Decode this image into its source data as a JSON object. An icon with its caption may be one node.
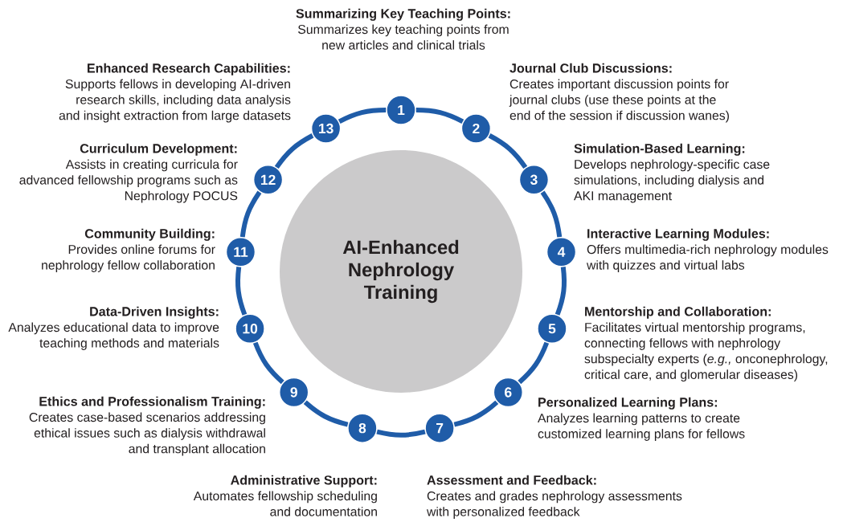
{
  "diagram": {
    "nodes": [
      {
        "text": [
          "AI-Enhanced Nephrology Training"
        ]
      },
      {
        "text": [
          "1"
        ],
        "beside": [
          "Summarizing Key Teaching Points:",
          "Summarizes key teaching points from new articles and clinical trials"
        ]
      },
      {
        "text": [
          "2"
        ],
        "beside": [
          "Journal Club Discussions:",
          "Creates important discussion points for journal clubs (use these points at the end of the session if discussion wanes)"
        ]
      },
      {
        "text": [
          "3"
        ],
        "beside": [
          "Simulation-Based Learning:",
          "Develops nephrology-specific case simulations, including dialysis and AKI management"
        ]
      },
      {
        "text": [
          "4"
        ],
        "beside": [
          "Interactive Learning Modules:",
          "Offers multimedia-rich nephrology modules with quizzes and virtual labs"
        ]
      },
      {
        "text": [
          "5"
        ],
        "beside": [
          "Mentorship and Collaboration:",
          "Facilitates virtual mentorship programs, connecting fellows with nephrology subspecialty experts (*e.g.,* onconephrology, critical care, and glomerular diseases)"
        ]
      },
      {
        "text": [
          "6"
        ],
        "beside": [
          "Personalized Learning Plans:",
          "Analyzes learning patterns to create customized learning plans for fellows"
        ]
      },
      {
        "text": [
          "7"
        ],
        "beside": [
          "Assessment and Feedback:",
          "Creates and grades nephrology assessments with personalized feedback"
        ]
      },
      {
        "text": [
          "8"
        ],
        "beside": [
          "Administrative Support:",
          "Automates fellowship scheduling and documentation"
        ]
      },
      {
        "text": [
          "9"
        ],
        "beside": [
          "Ethics and Professionalism Training:",
          "Creates case-based scenarios addressing ethical issues such as dialysis withdrawal and transplant allocation"
        ]
      },
      {
        "text": [
          "10"
        ],
        "beside": [
          "Data-Driven Insights:",
          "Analyzes educational data to improve teaching methods and materials"
        ]
      },
      {
        "text": [
          "11"
        ],
        "beside": [
          "Community Building:",
          "Provides online forums for nephrology fellow collaboration"
        ]
      },
      {
        "text": [
          "12"
        ],
        "beside": [
          "Curriculum Development:",
          "Assists in creating curricula for advanced fellowship programs such as Nephrology POCUS"
        ]
      },
      {
        "text": [
          "13"
        ],
        "beside": [
          "Enhanced Research Capabilities:",
          "Supports fellows in developing AI-driven research skills, including data analysis and insight extraction from large datasets"
        ]
      }
    ],
    "edges": [
      {
        "from": 1,
        "to": 2,
        "arrow": "none"
      },
      {
        "from": 2,
        "to": 3,
        "arrow": "none"
      },
      {
        "from": 3,
        "to": 4,
        "arrow": "none"
      },
      {
        "from": 4,
        "to": 5,
        "arrow": "none"
      },
      {
        "from": 5,
        "to": 6,
        "arrow": "none"
      },
      {
        "from": 6,
        "to": 7,
        "arrow": "none"
      },
      {
        "from": 7,
        "to": 8,
        "arrow": "none"
      },
      {
        "from": 8,
        "to": 9,
        "arrow": "none"
      },
      {
        "from": 9,
        "to": 10,
        "arrow": "none"
      },
      {
        "from": 10,
        "to": 11,
        "arrow": "none"
      },
      {
        "from": 11,
        "to": 12,
        "arrow": "none"
      },
      {
        "from": 12,
        "to": 13,
        "arrow": "none"
      },
      {
        "from": 13,
        "to": 1,
        "arrow": "none"
      }
    ]
  }
}
